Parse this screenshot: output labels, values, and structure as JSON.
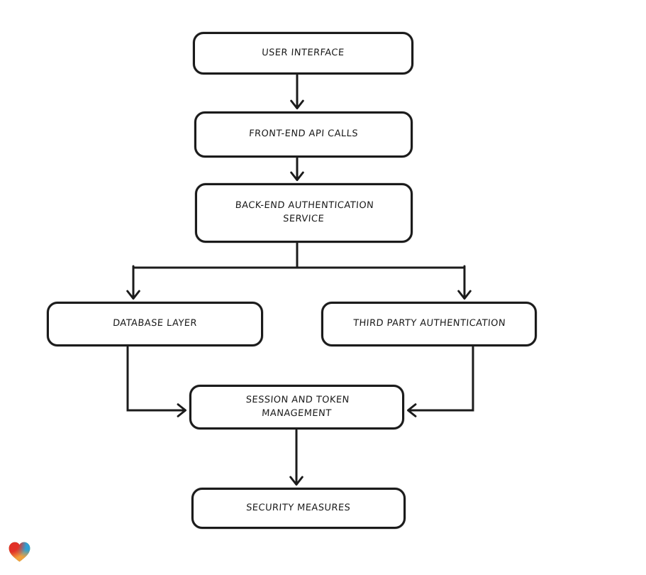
{
  "diagram": {
    "type": "flowchart",
    "style": "hand-drawn",
    "colors": {
      "background": "#ffffff",
      "node_fill": "#ffffff",
      "stroke": "#1b1b1b",
      "text": "#1b1b1b"
    },
    "nodes": [
      {
        "id": "user-interface",
        "label": "USER INTERFACE"
      },
      {
        "id": "front-end-api-calls",
        "label": "FRONT-END API CALLS"
      },
      {
        "id": "back-end-auth-service",
        "label": "BACK-END AUTHENTICATION\nSERVICE"
      },
      {
        "id": "database-layer",
        "label": "DATABASE LAYER"
      },
      {
        "id": "third-party-auth",
        "label": "THIRD PARTY AUTHENTICATION"
      },
      {
        "id": "session-token-mgmt",
        "label": "SESSION AND TOKEN\nMANAGEMENT"
      },
      {
        "id": "security-measures",
        "label": "SECURITY MEASURES"
      }
    ],
    "edges": [
      {
        "from": "user-interface",
        "to": "front-end-api-calls",
        "arrow": "down"
      },
      {
        "from": "front-end-api-calls",
        "to": "back-end-auth-service",
        "arrow": "down"
      },
      {
        "from": "back-end-auth-service",
        "to": "database-layer",
        "arrow": "down",
        "shape": "branch-left"
      },
      {
        "from": "back-end-auth-service",
        "to": "third-party-auth",
        "arrow": "down",
        "shape": "branch-right"
      },
      {
        "from": "database-layer",
        "to": "session-token-mgmt",
        "arrow": "right",
        "shape": "elbow"
      },
      {
        "from": "third-party-auth",
        "to": "session-token-mgmt",
        "arrow": "left",
        "shape": "elbow"
      },
      {
        "from": "session-token-mgmt",
        "to": "security-measures",
        "arrow": "down"
      }
    ],
    "logo": {
      "name": "gradient-heart",
      "colors": [
        "#e23127",
        "#2e9fd4",
        "#5a9b4a",
        "#f0a03c"
      ]
    }
  }
}
